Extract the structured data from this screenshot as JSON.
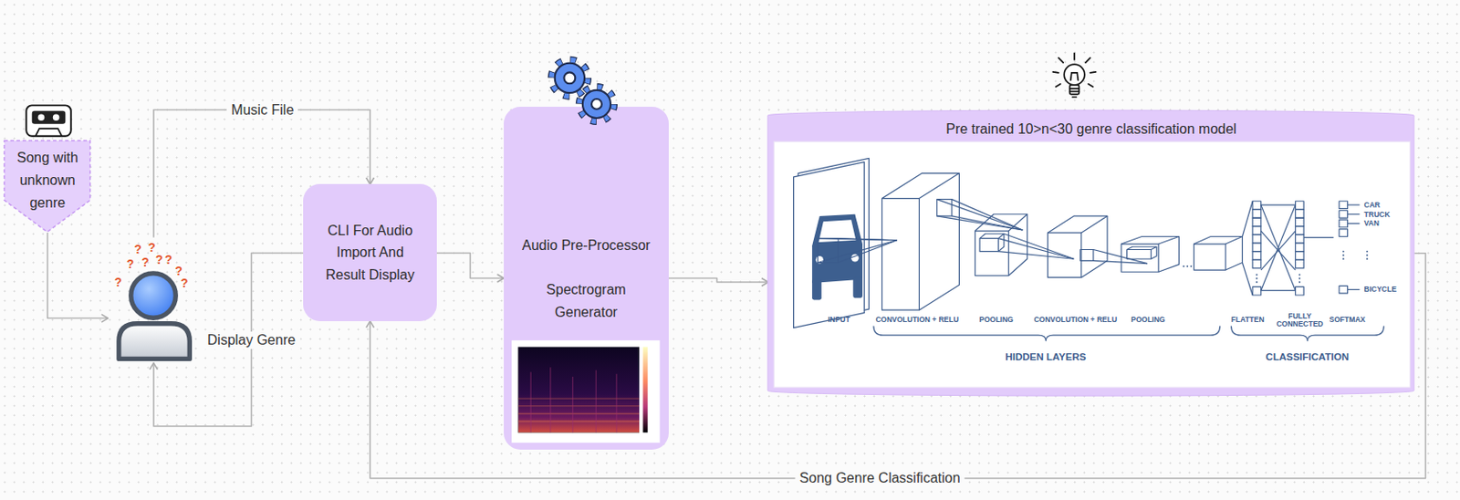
{
  "diagram": {
    "nodes": [
      {
        "text": [
          "Song with unknown genre"
        ]
      },
      {
        "text": [
          "?",
          "?",
          "?",
          "?",
          "?",
          "?",
          "?",
          "?",
          "?"
        ]
      },
      {
        "text": [
          "CLI For Audio Import And Result Display"
        ]
      },
      {
        "text": [
          "Audio Pre-Processor",
          "Spectrogram Generator"
        ]
      },
      {
        "text": [
          "Pre trained 10>n<30 genre classification model"
        ]
      }
    ],
    "edges": [
      {
        "from": 0,
        "to": 1,
        "arrow": "to"
      },
      {
        "from": 1,
        "to": 2,
        "label": "Music File",
        "arrow": "to"
      },
      {
        "from": 2,
        "to": 1,
        "label": "Display Genre",
        "arrow": "to"
      },
      {
        "from": 2,
        "to": 3,
        "arrow": "to"
      },
      {
        "from": 3,
        "to": 4,
        "arrow": "to"
      },
      {
        "from": 4,
        "to": 2,
        "label": "Song Genre Classification",
        "arrow": "to"
      }
    ],
    "labels": [
      "INPUT",
      "CONVOLUTION + RELU",
      "POOLING",
      "CONVOLUTION + RELU",
      "POOLING",
      "FLATTEN",
      "FULLY CONNECTED",
      "SOFTMAX",
      "CAR",
      "TRUCK",
      "VAN",
      "BICYCLE",
      "HIDDEN LAYERS",
      "CLASSIFICATION"
    ]
  }
}
